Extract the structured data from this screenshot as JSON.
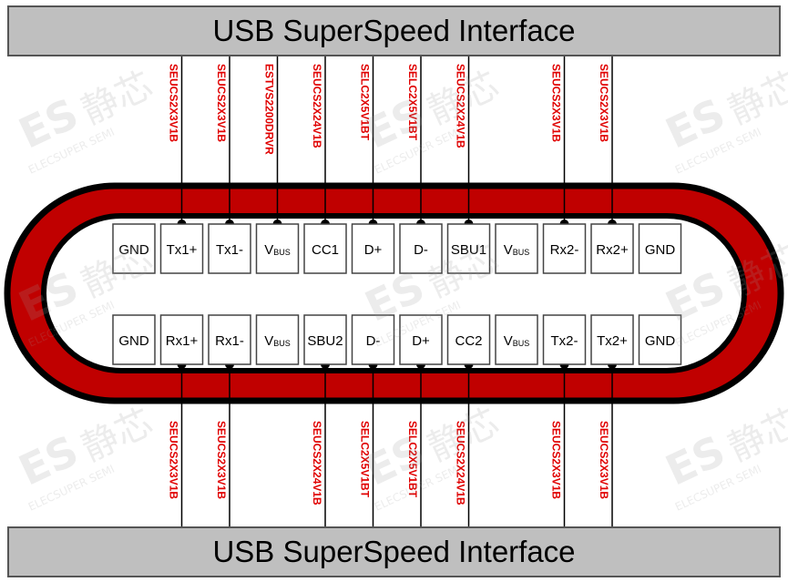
{
  "title_top": "USB SuperSpeed Interface",
  "title_bottom": "USB SuperSpeed Interface",
  "top_pins": [
    {
      "name": "GND"
    },
    {
      "name": "Tx1+",
      "part": "SEUCS2X3V1B"
    },
    {
      "name": "Tx1-",
      "part": "SEUCS2X3V1B"
    },
    {
      "name": "V",
      "sub": "BUS",
      "part": "ESTVS2200DRVR"
    },
    {
      "name": "CC1",
      "part": "SEUCS2X24V1B"
    },
    {
      "name": "D+",
      "part": "SELC2X5V1BT"
    },
    {
      "name": "D-",
      "part": "SELC2X5V1BT"
    },
    {
      "name": "SBU1",
      "part": "SEUCS2X24V1B"
    },
    {
      "name": "V",
      "sub": "BUS"
    },
    {
      "name": "Rx2-",
      "part": "SEUCS2X3V1B"
    },
    {
      "name": "Rx2+",
      "part": "SEUCS2X3V1B"
    },
    {
      "name": "GND"
    }
  ],
  "bottom_pins": [
    {
      "name": "GND"
    },
    {
      "name": "Rx1+",
      "part": "SEUCS2X3V1B"
    },
    {
      "name": "Rx1-",
      "part": "SEUCS2X3V1B"
    },
    {
      "name": "V",
      "sub": "BUS"
    },
    {
      "name": "SBU2",
      "part": "SEUCS2X24V1B"
    },
    {
      "name": "D-",
      "part": "SELC2X5V1BT"
    },
    {
      "name": "D+",
      "part": "SELC2X5V1BT"
    },
    {
      "name": "CC2",
      "part": "SEUCS2X24V1B"
    },
    {
      "name": "V",
      "sub": "BUS"
    },
    {
      "name": "Tx2-",
      "part": "SEUCS2X3V1B"
    },
    {
      "name": "Tx2+",
      "part": "SEUCS2X3V1B"
    },
    {
      "name": "GND"
    }
  ],
  "watermark": {
    "logo": "ES",
    "cn": "静芯",
    "text": "ELECSUPER SEMI"
  },
  "colors": {
    "ring": "#c00000",
    "part_text": "#e00000",
    "banner": "#bfbfbf"
  }
}
